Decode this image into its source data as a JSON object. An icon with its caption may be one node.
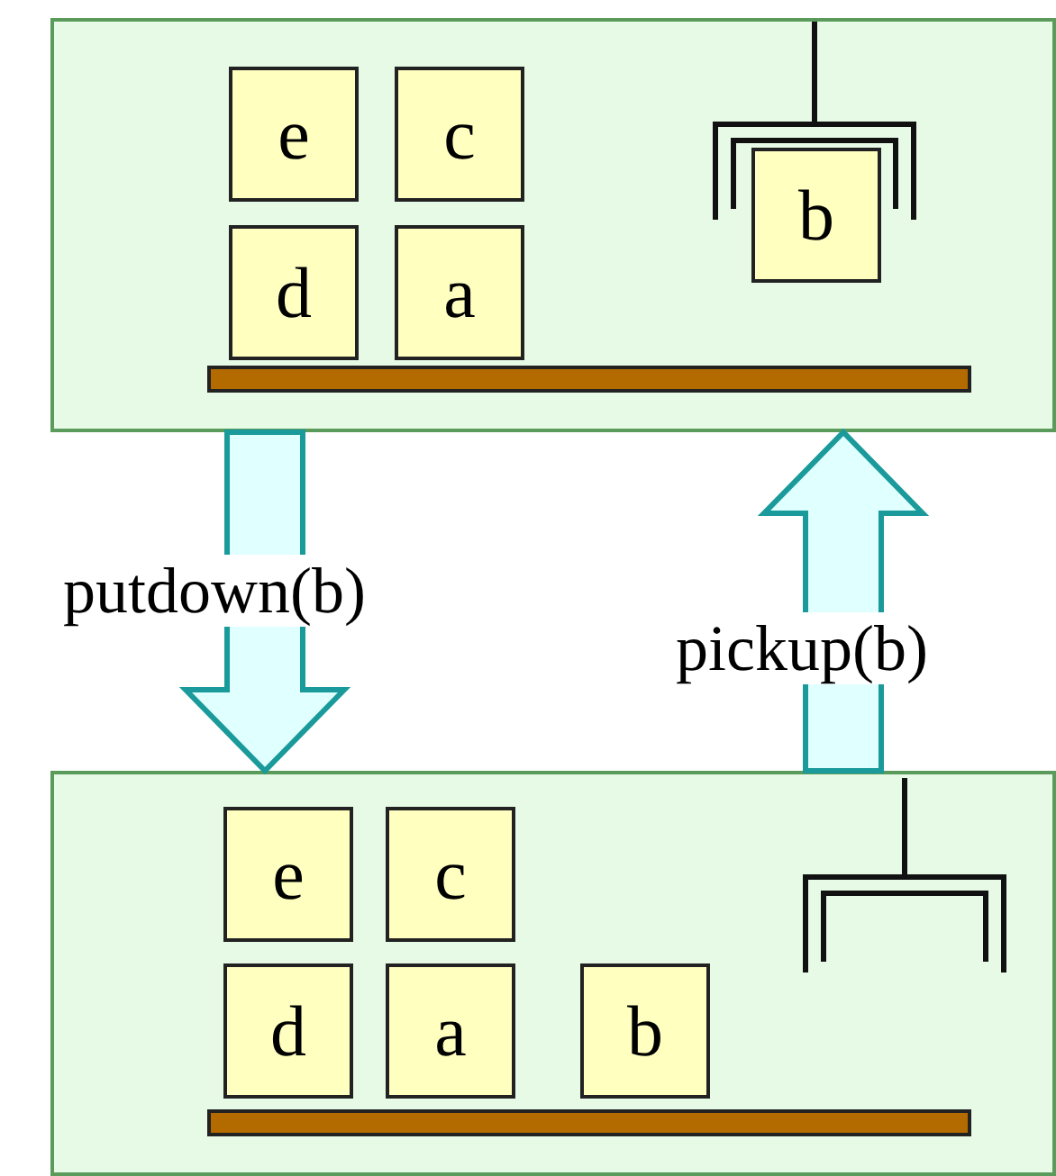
{
  "diagram": {
    "nodes": [
      {
        "text": [],
        "shape": "box"
      },
      {
        "text": [
          "e"
        ],
        "in": 0
      },
      {
        "text": [
          "c"
        ],
        "in": 0
      },
      {
        "text": [
          "d"
        ],
        "in": 0
      },
      {
        "text": [
          "a"
        ],
        "in": 0
      },
      {
        "text": [
          "b"
        ],
        "in": 0
      },
      {
        "text": [],
        "shape": "box"
      },
      {
        "text": [
          "e"
        ],
        "in": 6
      },
      {
        "text": [
          "c"
        ],
        "in": 6
      },
      {
        "text": [
          "d"
        ],
        "in": 6
      },
      {
        "text": [
          "a"
        ],
        "in": 6
      },
      {
        "text": [
          "b"
        ],
        "in": 6
      }
    ],
    "edges": [
      {
        "from": 0,
        "to": 6,
        "arrow": "to",
        "label": "putdown(b)"
      },
      {
        "from": 6,
        "to": 0,
        "arrow": "to",
        "label": "pickup(b)"
      }
    ]
  }
}
